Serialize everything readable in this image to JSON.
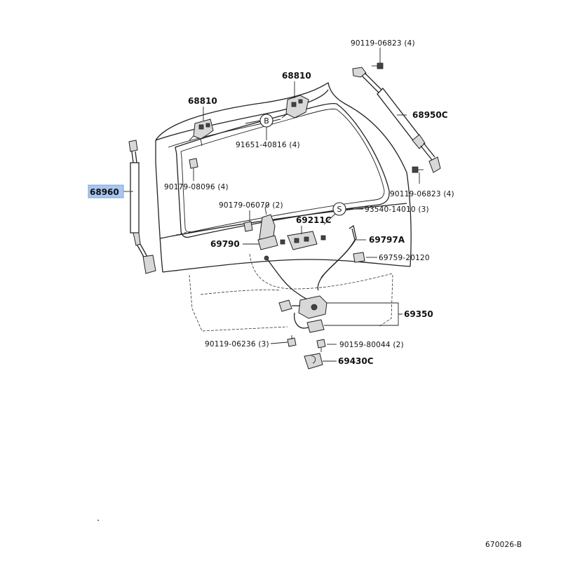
{
  "labels": {
    "p1": "90119-06823 (4)",
    "p2": "68810",
    "p3": "68810",
    "p4": "68950C",
    "p5": "91651-40816 (4)",
    "p6": "68960",
    "p7": "90179-08096 (4)",
    "p8": "90119-06823 (4)",
    "p9": "90179-06070 (2)",
    "p10": "93540-14010 (3)",
    "p11": "69211C",
    "p12": "69797A",
    "p13": "69790",
    "p14": "69759-20120",
    "p15": "69350",
    "p16": "90119-06236 (3)",
    "p17": "90159-80044 (2)",
    "p18": "69430C",
    "footer": "670026-B"
  },
  "callouts": {
    "b": "B",
    "s": "S"
  },
  "highlight_color": "#a9c6ee"
}
